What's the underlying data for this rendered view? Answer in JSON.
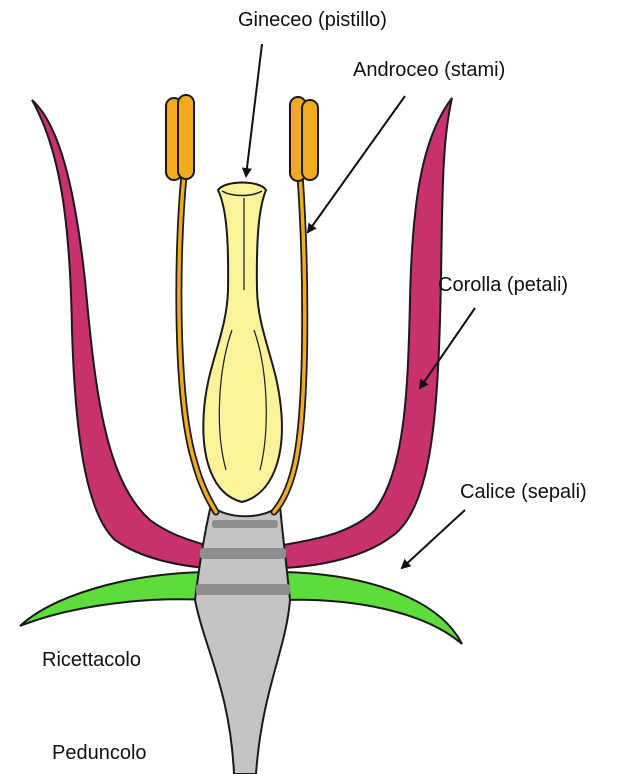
{
  "labels": {
    "pistil": "Gineceo (pistillo)",
    "stamens": "Androceo (stami)",
    "corolla": "Corolla (petali)",
    "calyx": "Calice (sepali)",
    "receptacle": "Ricettacolo",
    "peduncle": "Peduncolo"
  },
  "colors": {
    "petal": "#c8306e",
    "sepal": "#5ddc3c",
    "pistil": "#fbf39a",
    "stamen": "#f2aa20",
    "receptacle": "#c4c4c4",
    "receptacle_band": "#8e8e8e",
    "outline": "#1a1a1a"
  }
}
